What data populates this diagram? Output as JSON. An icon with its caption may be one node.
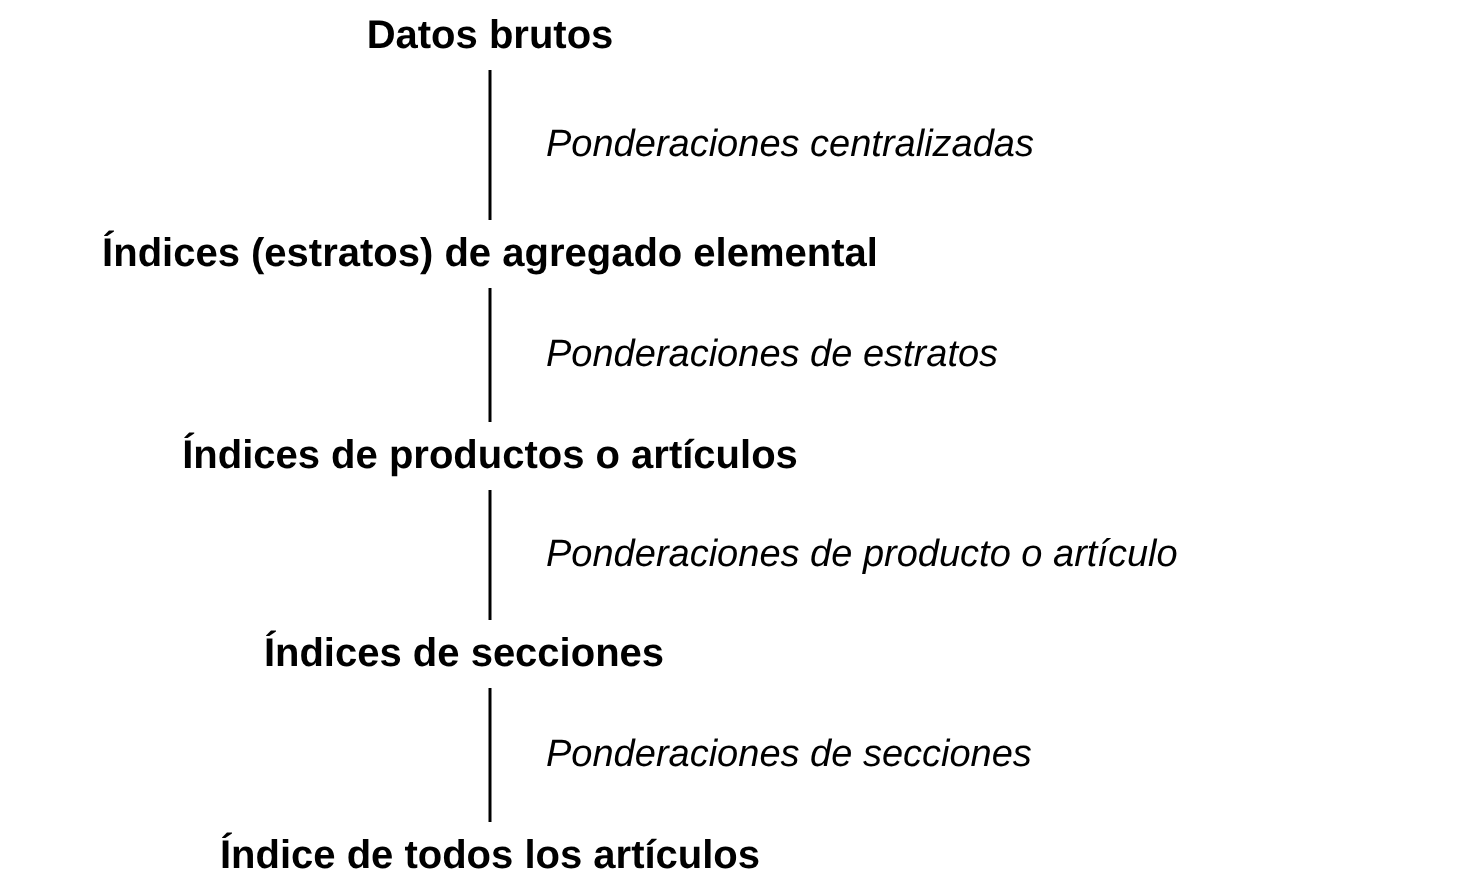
{
  "diagram": {
    "nodes": [
      {
        "text": [
          "Datos brutos"
        ]
      },
      {
        "text": [
          "Índices (estratos) de agregado elemental"
        ]
      },
      {
        "text": [
          "Índices de productos o artículos"
        ]
      },
      {
        "text": [
          "Índices de secciones"
        ]
      },
      {
        "text": [
          "Índice de todos los artículos"
        ]
      }
    ],
    "edges": [
      {
        "from": 0,
        "to": 1,
        "arrow": "none",
        "label": "Ponderaciones centralizadas"
      },
      {
        "from": 1,
        "to": 2,
        "arrow": "none",
        "label": "Ponderaciones de estratos"
      },
      {
        "from": 2,
        "to": 3,
        "arrow": "none",
        "label": "Ponderaciones de producto o artículo"
      },
      {
        "from": 3,
        "to": 4,
        "arrow": "none",
        "label": "Ponderaciones de secciones"
      }
    ]
  }
}
